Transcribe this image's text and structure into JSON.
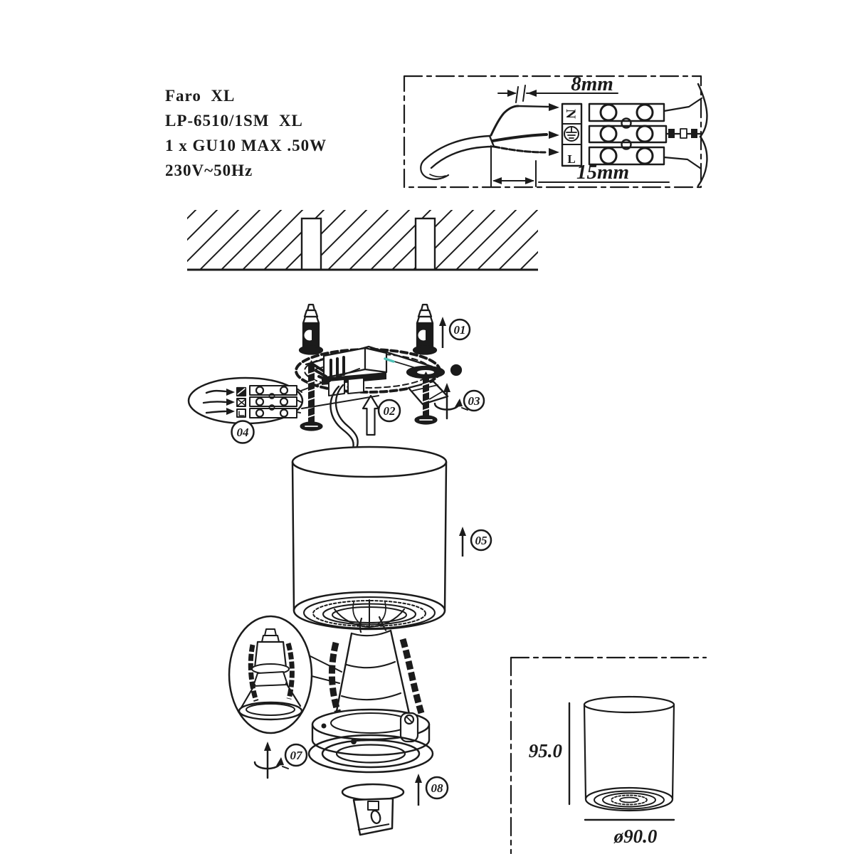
{
  "product_info": {
    "line1": "Faro  XL",
    "line2": "LP-6510/1SM  XL",
    "line3": "1 x GU10 MAX .50W",
    "line4": "230V~50Hz"
  },
  "wiring_detail": {
    "strip_dim": "8mm",
    "sheath_dim": "15mm",
    "terminal_top": "N",
    "terminal_earth_icon": "earth-ground",
    "terminal_bottom": "L"
  },
  "steps": {
    "s01": "01",
    "s02": "02",
    "s03": "03",
    "s04": "04",
    "s05": "05",
    "s07": "07",
    "s08": "08"
  },
  "dimensions": {
    "height_mm": "95.0",
    "diameter_mm": "ø90.0"
  },
  "colors": {
    "ink": "#1b1b1b",
    "background": "#ffffff",
    "teal_mark": "#4ec0b6"
  }
}
